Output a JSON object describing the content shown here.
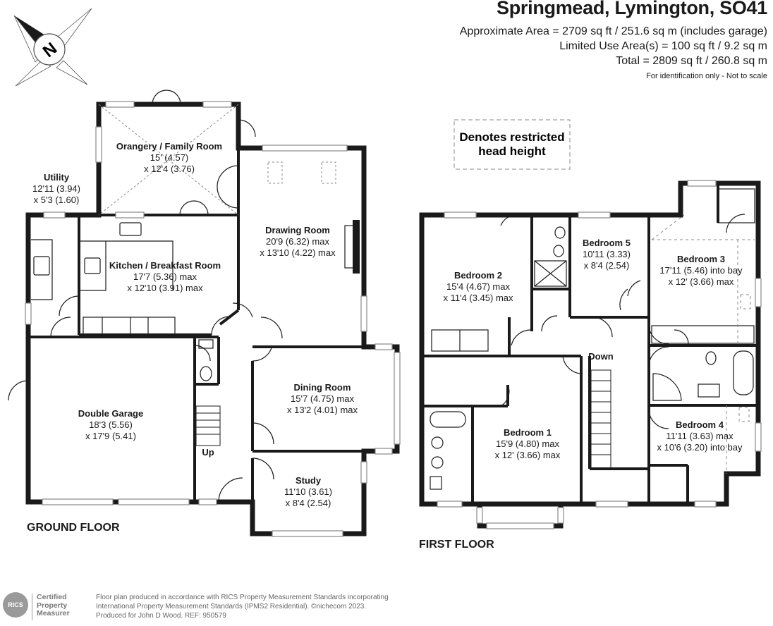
{
  "header": {
    "title": "Springmead, Lymington, SO41",
    "area_line1": "Approximate Area = 2709 sq ft / 251.6 sq m (includes garage)",
    "area_line2": "Limited Use Area(s) = 100 sq ft / 9.2 sq m",
    "area_line3": "Total = 2809 sq ft / 260.8 sq m",
    "note": "For identification only - Not to scale"
  },
  "compass": {
    "letter": "N",
    "icon": "compass-rose-icon"
  },
  "legend": {
    "line1": "Denotes restricted",
    "line2": "head height"
  },
  "ground_floor": {
    "label": "GROUND FLOOR",
    "rooms": {
      "orangery": {
        "name": "Orangery / Family Room",
        "dim1": "15' (4.57)",
        "dim2": "x 12'4 (3.76)"
      },
      "utility": {
        "name": "Utility",
        "dim1": "12'11 (3.94)",
        "dim2": "x 5'3 (1.60)"
      },
      "kitchen": {
        "name": "Kitchen / Breakfast Room",
        "dim1": "17'7 (5.36) max",
        "dim2": "x 12'10 (3.91) max"
      },
      "drawing": {
        "name": "Drawing Room",
        "dim1": "20'9 (6.32) max",
        "dim2": "x 13'10 (4.22) max"
      },
      "dining": {
        "name": "Dining Room",
        "dim1": "15'7 (4.75) max",
        "dim2": "x 13'2 (4.01) max"
      },
      "study": {
        "name": "Study",
        "dim1": "11'10 (3.61)",
        "dim2": "x 8'4 (2.54)"
      },
      "garage": {
        "name": "Double Garage",
        "dim1": "18'3 (5.56)",
        "dim2": "x 17'9 (5.41)"
      }
    },
    "stairs_label": "Up"
  },
  "first_floor": {
    "label": "FIRST FLOOR",
    "rooms": {
      "bedroom2": {
        "name": "Bedroom 2",
        "dim1": "15'4 (4.67) max",
        "dim2": "x 11'4 (3.45) max"
      },
      "bedroom5": {
        "name": "Bedroom 5",
        "dim1": "10'11 (3.33)",
        "dim2": "x 8'4 (2.54)"
      },
      "bedroom3": {
        "name": "Bedroom 3",
        "dim1": "17'11 (5.46) into bay",
        "dim2": "x 12' (3.66) max"
      },
      "bedroom1": {
        "name": "Bedroom 1",
        "dim1": "15'9 (4.80) max",
        "dim2": "x 12' (3.66) max"
      },
      "bedroom4": {
        "name": "Bedroom 4",
        "dim1": "11'11 (3.63) max",
        "dim2": "x 10'6 (3.20) into bay"
      }
    },
    "stairs_label": "Down"
  },
  "footer": {
    "rics_logo": "RICS",
    "cert_line1": "Certified",
    "cert_line2": "Property",
    "cert_line3": "Measurer",
    "line1": "Floor plan produced in accordance with RICS Property Measurement Standards incorporating",
    "line2": "International Property Measurement Standards (IPMS2 Residential).  ©nichecom 2023.",
    "line3": "Produced for John D Wood.   REF:  950579"
  }
}
